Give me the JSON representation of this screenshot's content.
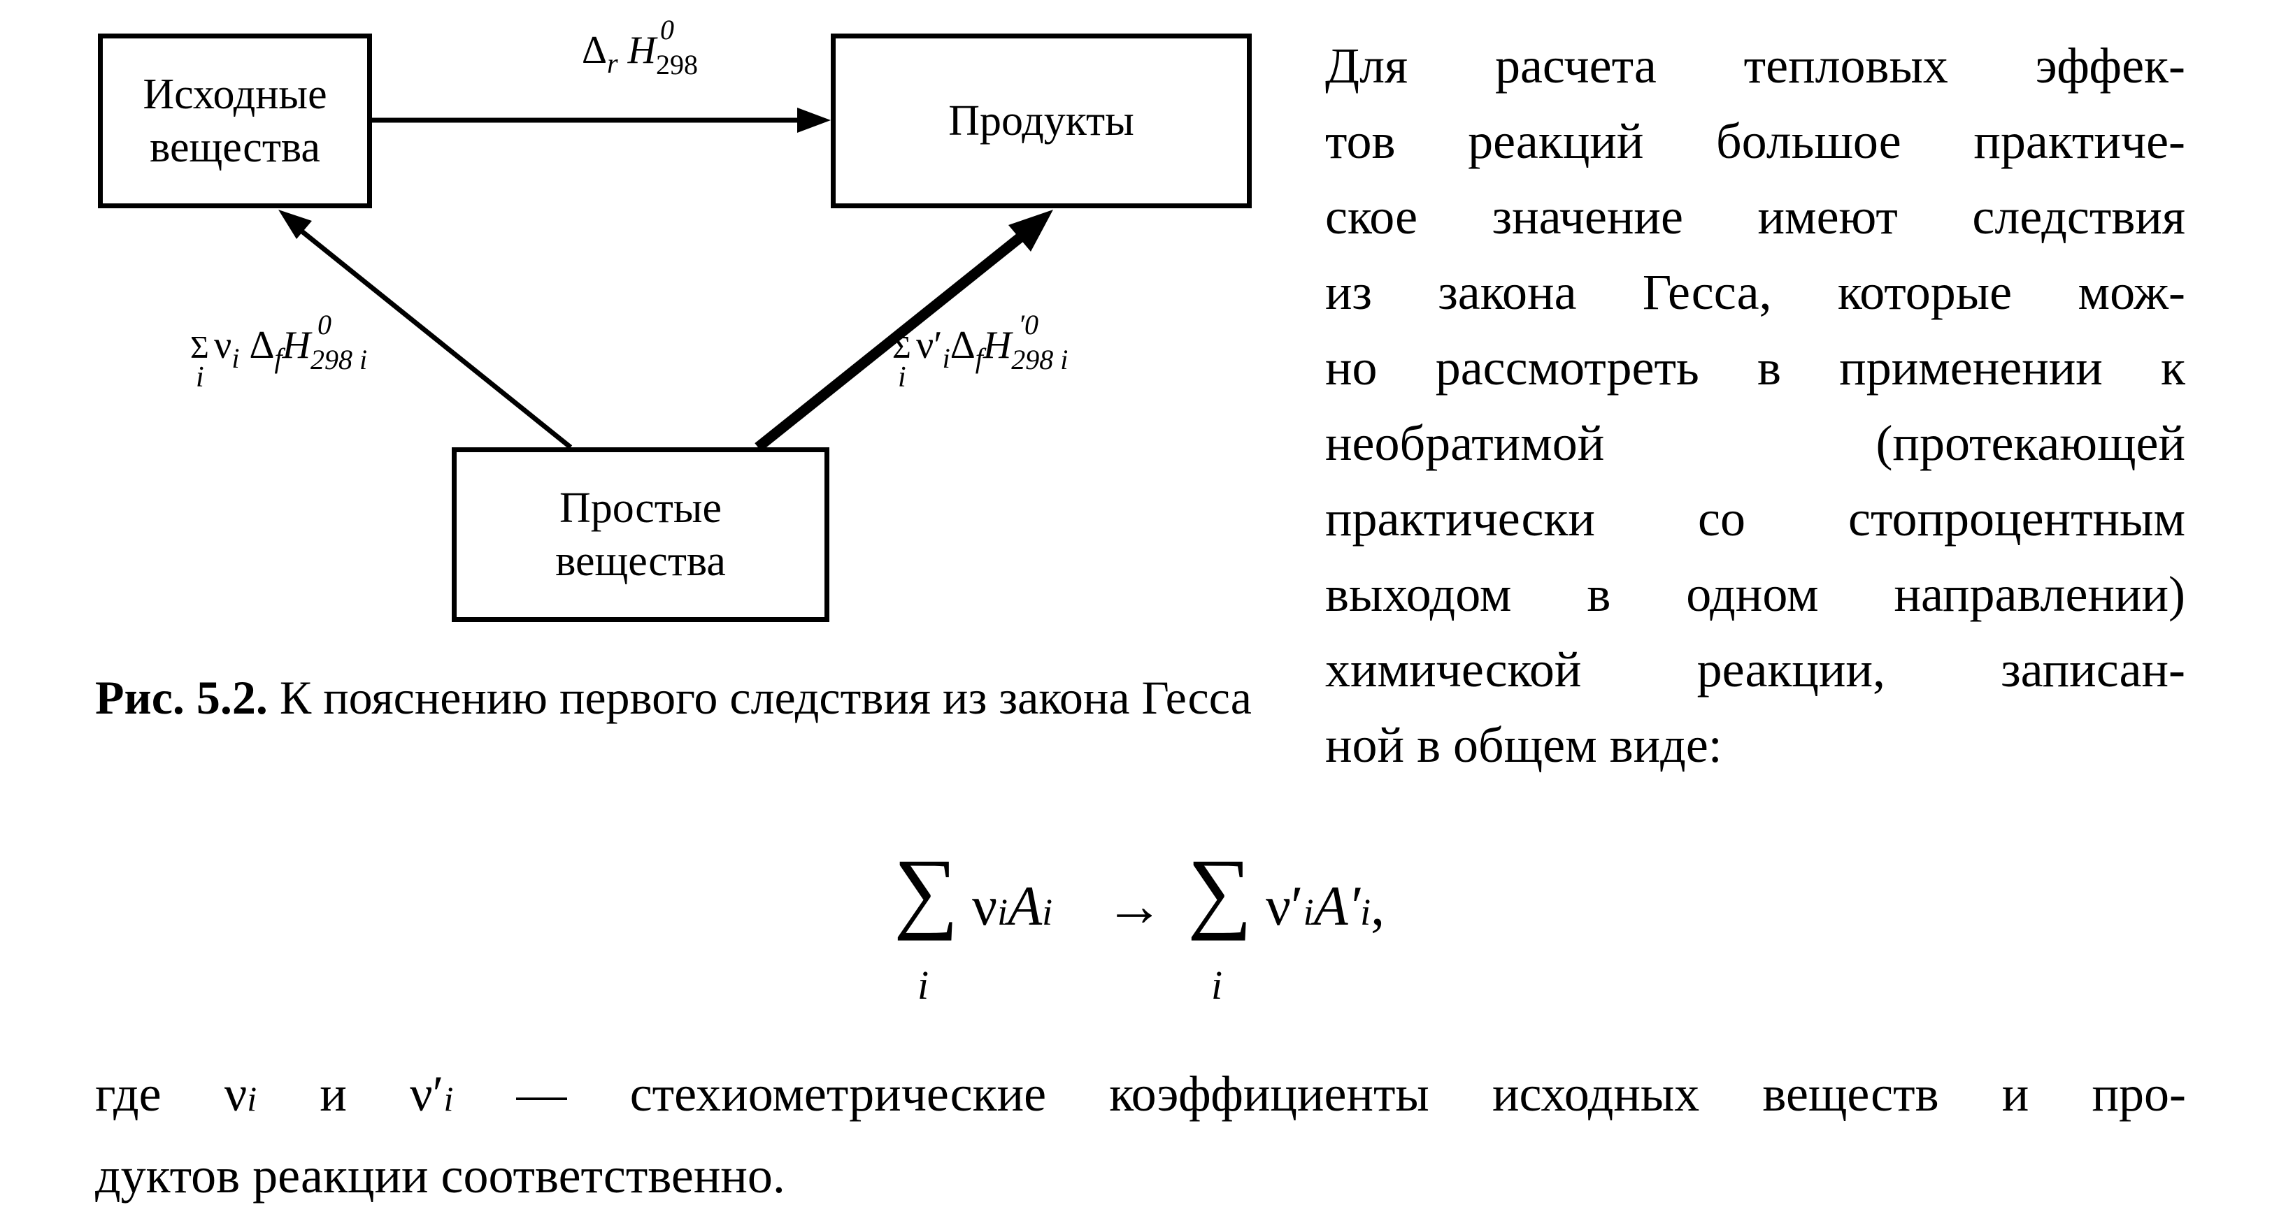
{
  "diagram": {
    "box_source": "Исходные\nвещества",
    "box_products": "Продукты",
    "box_simple": "Простые\nвещества",
    "label_top": {
      "delta": "Δ",
      "sub_r": "r",
      "H": "H",
      "sup": "0",
      "sub": "298"
    },
    "label_left": {
      "sum": "Σ",
      "sum_index": "i",
      "nu": "ν",
      "nu_sub": "i",
      "delta": "Δ",
      "sub_f": "f",
      "H": "H",
      "sup": "0",
      "sub": "298 i"
    },
    "label_right": {
      "sum": "Σ",
      "sum_index": "i",
      "nu": "ν′",
      "nu_sub": "i",
      "delta": "Δ",
      "sub_f": "f",
      "H": "H",
      "sup": "′0",
      "sub": "298 i"
    }
  },
  "caption": {
    "bold": "Рис. 5.2.",
    "text": " К пояснению первого следствия из закона Гесса"
  },
  "paragraph": {
    "lines": [
      "Для расчета тепловых эффек-",
      "тов реакций большое практиче-",
      "ское значение имеют следствия",
      "из закона Гесса, которые мож-",
      "но рассмотреть в применении к",
      "необратимой (протекающей",
      "практически со стопроцентным",
      "выходом в одном направлении)",
      "химической реакции, записан-",
      "ной в общем виде:"
    ]
  },
  "formula": {
    "sum": "∑",
    "index": "i",
    "left_nu": "ν",
    "left_nu_sub": "i",
    "left_A": "A",
    "left_A_sub": "i",
    "arrow": "→",
    "right_nu": "ν′",
    "right_nu_sub": "i",
    "right_A": "A′",
    "right_A_sub": "i",
    "trailing": ","
  },
  "bottom": {
    "line1_a": "где ",
    "nu": "ν",
    "nu_sub": "i",
    "and": " и ",
    "nu_prime": "ν′",
    "nu_prime_sub": "i",
    "line1_b": " — стехиометрические коэффициенты исходных веществ и про-",
    "line2": "дуктов реакции соответственно."
  }
}
